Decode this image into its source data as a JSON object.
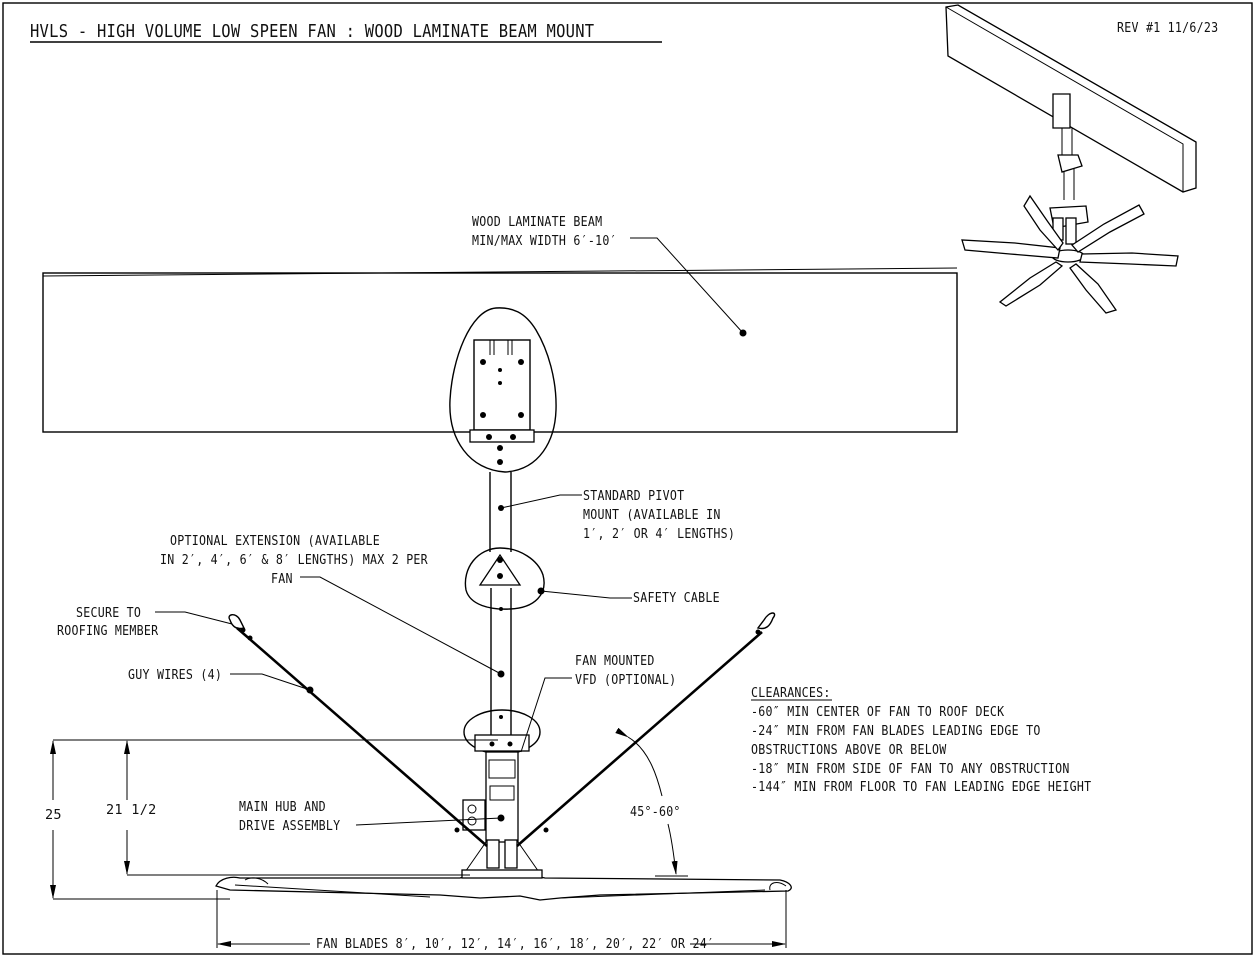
{
  "title": "HVLS - HIGH VOLUME LOW SPEEN FAN : WOOD LAMINATE BEAM MOUNT",
  "revision": "REV #1 11/6/23",
  "callouts": {
    "beam": [
      "WOOD LAMINATE BEAM",
      "MIN/MAX WIDTH 6′-10′"
    ],
    "pivot_mount": [
      "STANDARD PIVOT",
      "MOUNT (AVAILABLE IN",
      "1′, 2′ OR 4′ LENGTHS)"
    ],
    "extension": [
      "OPTIONAL EXTENSION (AVAILABLE",
      "IN 2′, 4′, 6′ & 8′ LENGTHS) MAX 2 PER",
      "FAN"
    ],
    "safety_cable": "SAFETY CABLE",
    "secure": [
      "SECURE TO",
      "ROOFING MEMBER"
    ],
    "guy_wires": "GUY WIRES (4)",
    "vfd": [
      "FAN MOUNTED",
      "VFD (OPTIONAL)"
    ],
    "hub": [
      "MAIN HUB AND",
      "DRIVE ASSEMBLY"
    ],
    "angle": "45°-60°"
  },
  "clearances": {
    "heading": "CLEARANCES:",
    "lines": [
      "-60″ MIN CENTER OF FAN TO ROOF DECK",
      "-24″ MIN FROM FAN BLADES LEADING EDGE TO",
      "OBSTRUCTIONS ABOVE OR BELOW",
      "-18″ MIN FROM SIDE OF FAN TO ANY OBSTRUCTION",
      "-144″ MIN FROM FLOOR TO FAN LEADING EDGE HEIGHT"
    ]
  },
  "dimensions": {
    "overall_height": "25",
    "hub_height": "21 1/2",
    "blade_span": "FAN BLADES 8′, 10′, 12′, 14′, 16′, 18′, 20′, 22′ OR 24′"
  }
}
